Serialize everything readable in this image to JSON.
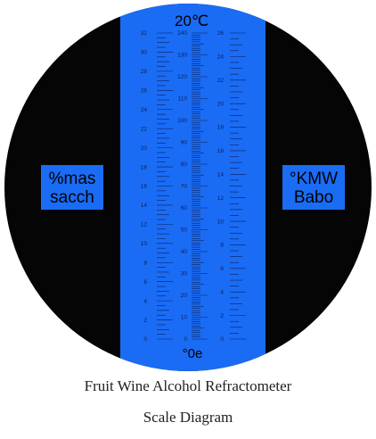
{
  "diagram": {
    "temperature_label": "20℃",
    "zero_label": "°0e",
    "left_box": {
      "line1": "%mas",
      "line2": "sacch"
    },
    "right_box": {
      "line1": "°KMW",
      "line2": "Babo"
    },
    "scales": {
      "sugar": {
        "min": 0,
        "max": 32,
        "label_step": 2
      },
      "oechsle": {
        "min": 0,
        "max": 140,
        "label_step": 10
      },
      "kmw": {
        "min": 0,
        "max": 26,
        "label_step": 2
      }
    }
  },
  "caption": {
    "line1": "Fruit Wine Alcohol Refractometer",
    "line2": "Scale Diagram"
  },
  "colors": {
    "field_blue": "#1a6cf5",
    "scope_black": "#050505",
    "tick_color": "#0a1f5c",
    "label_text": "#000000"
  }
}
